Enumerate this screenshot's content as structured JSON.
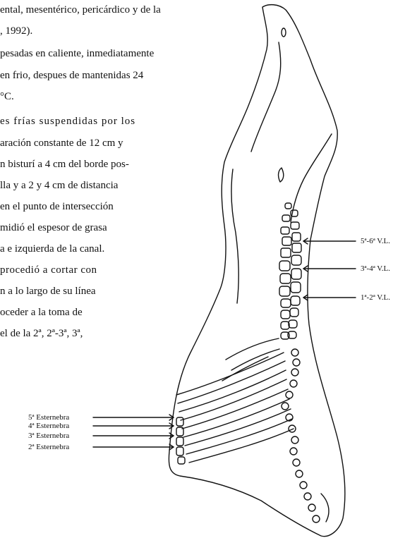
{
  "text": {
    "lines": [
      "ental, mesentérico, pericárdico y de la",
      ", 1992).",
      "pesadas en caliente, inmediatamente",
      "en frio, despues de mantenidas 24",
      "°C.",
      "es frías suspendidas por los",
      "aración constante de 12 cm y",
      "n bisturí a 4 cm del borde pos-",
      "lla y a 2 y 4 cm de distancia",
      "en el punto de intersección",
      "midió el espesor de grasa",
      "a e izquierda de la canal.",
      "procedió a cortar con",
      "n a lo largo de su línea",
      "oceder a la toma de",
      "el de la 2ª, 2ª-3ª, 3ª,"
    ]
  },
  "figure": {
    "vertebra_labels": [
      "5ª-6ª V.L.",
      "3ª-4ª V.L.",
      "1ª-2ª V.L."
    ],
    "sternebra_labels": [
      "5ª Esternebra",
      "4ª Esternebra",
      "3ª Esternebra",
      "2ª Esternebra"
    ]
  }
}
